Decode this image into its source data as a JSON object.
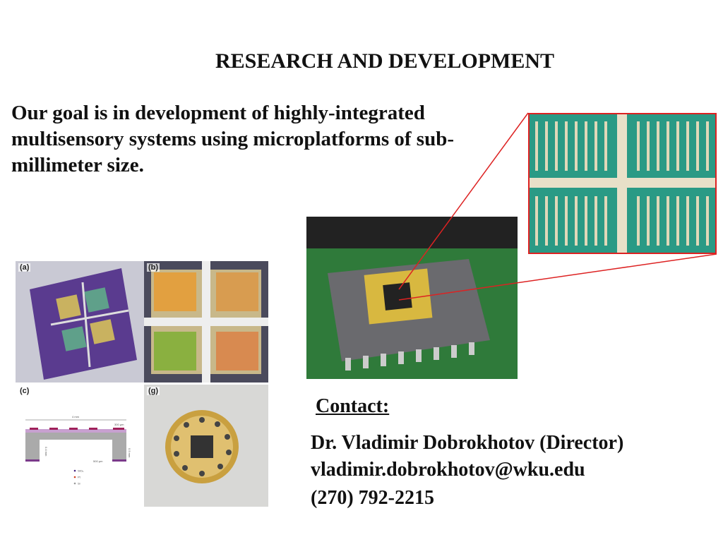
{
  "title": "RESEARCH AND DEVELOPMENT",
  "goal": "Our goal is in development of highly-integrated multisensory systems using microplatforms of sub-millimeter size.",
  "figures": {
    "a": "(a)",
    "b": "(b)",
    "c": "(c)",
    "g": "(g)",
    "c_dims": {
      "width": "4 mm",
      "pad": "300 µm",
      "height": "0.5 mm",
      "inner": "0.4 mm",
      "leg": "500 µm"
    },
    "c_legend": [
      "SiO₂",
      "Pt",
      "Si"
    ]
  },
  "contact": {
    "heading": "Contact:",
    "name": "Dr. Vladimir Dobrokhotov (Director)",
    "email": "vladimir.dobrokhotov@wku.edu",
    "phone": "(270) 792-2215"
  },
  "colors": {
    "accent_red": "#d22222",
    "board_green": "#2f7a3a"
  }
}
